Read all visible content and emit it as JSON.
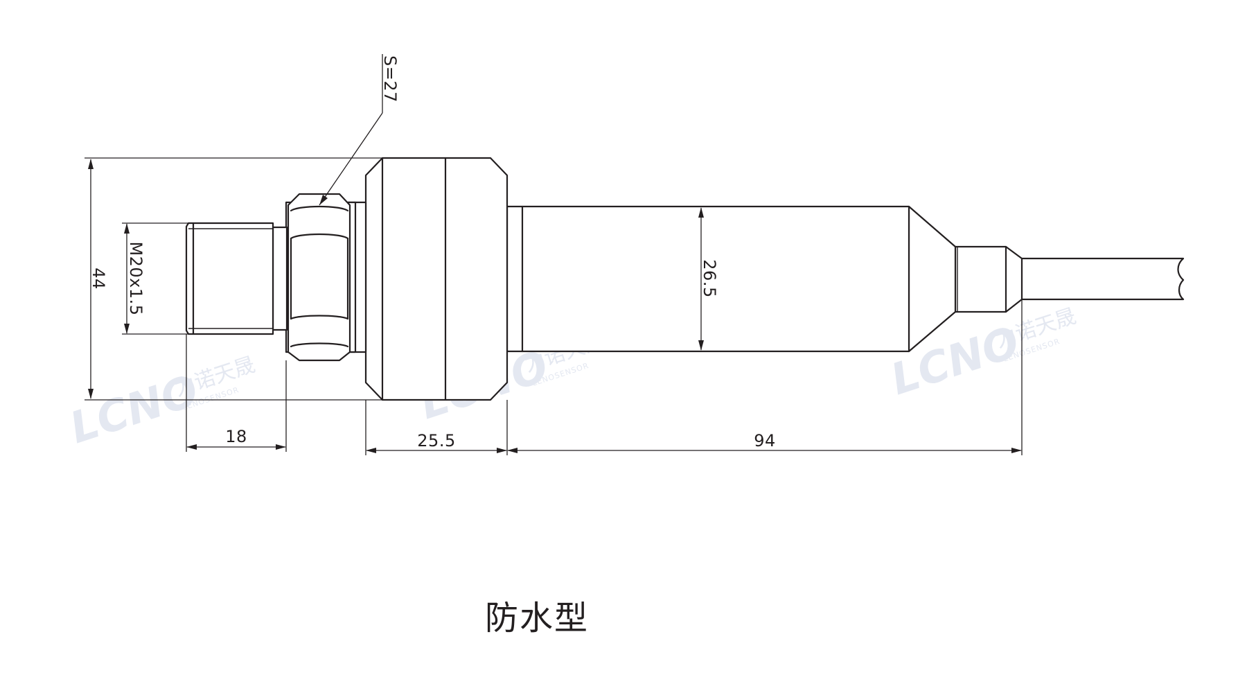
{
  "drawing": {
    "caption": "防水型",
    "callouts": {
      "wrench_size": "S=27",
      "thread": "M20x1.5",
      "total_height": "44",
      "body_diameter": "26.5"
    },
    "dimensions": {
      "thread_length": "18",
      "collar_width": "25.5",
      "body_length": "94"
    },
    "watermark": {
      "logo": "LCNO",
      "cn_name": "力诺天晟",
      "en_name": "LENOSENSOR"
    },
    "colors": {
      "line": "#231f20",
      "watermark": "#e4e8f1",
      "background": "#ffffff"
    }
  }
}
